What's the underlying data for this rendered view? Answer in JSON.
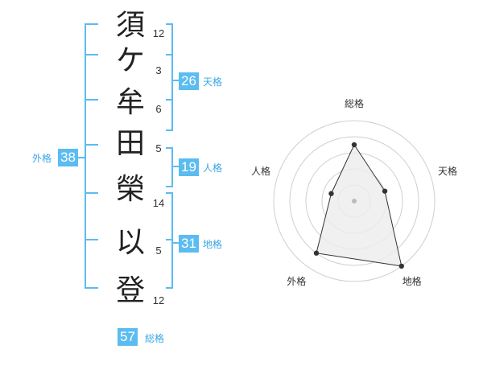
{
  "name_chars": [
    {
      "char": "須",
      "strokes": "12"
    },
    {
      "char": "ケ",
      "strokes": "3"
    },
    {
      "char": "牟",
      "strokes": "6"
    },
    {
      "char": "田",
      "strokes": "5"
    },
    {
      "char": "榮",
      "strokes": "14"
    },
    {
      "char": "以",
      "strokes": "5"
    },
    {
      "char": "登",
      "strokes": "12"
    }
  ],
  "fortune": {
    "tenkaku": {
      "value": "26",
      "label": "天格"
    },
    "jinkaku": {
      "value": "19",
      "label": "人格"
    },
    "chikaku": {
      "value": "31",
      "label": "地格"
    },
    "gaikaku": {
      "value": "38",
      "label": "外格"
    },
    "soukaku": {
      "value": "57",
      "label": "総格"
    }
  },
  "radar": {
    "axes": [
      "総格",
      "天格",
      "地格",
      "外格",
      "人格"
    ],
    "values": [
      0.7,
      0.4,
      1.0,
      0.8,
      0.3
    ],
    "max": 1.0,
    "rings": 5,
    "colors": {
      "grid": "#cfcfcf",
      "fill": "#ececec",
      "stroke": "#333333",
      "point": "#333333",
      "center": "#bbbbbb"
    }
  },
  "colors": {
    "bracket": "#5bbcf0",
    "badge": "#5bbcf0",
    "label": "#3aa7e6"
  }
}
